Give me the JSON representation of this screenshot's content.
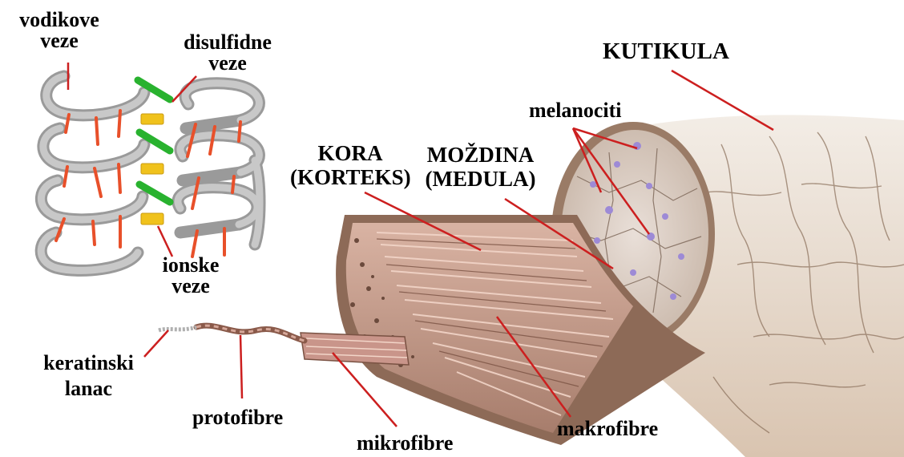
{
  "labels": {
    "vodikove": [
      "vodikove",
      "veze"
    ],
    "disulfidne": [
      "disulfidne",
      "veze"
    ],
    "ionske": [
      "ionske",
      "veze"
    ],
    "kutikula": "KUTIKULA",
    "melanociti": "melanociti",
    "kora": [
      "KORA",
      "(KORTEKS)"
    ],
    "mozdina": [
      "MOŽDINA",
      "(MEDULA)"
    ],
    "keratinski": [
      "keratinski",
      "lanac"
    ],
    "protofibre": "protofibre",
    "mikrofibre": "mikrofibre",
    "makrofibre": "makrofibre"
  },
  "colors": {
    "coil": "#b8b8b8",
    "hydrogen_bond": "#e8502a",
    "disulfide_bond": "#29b22f",
    "ionic_bond": "#f0c21c",
    "leader_line": "#cc1f1f",
    "cuticle": "#e9ded3",
    "cortex": "#c89a88",
    "medulla": "#ddd0c8",
    "melanocyte": "#9d8ad6"
  }
}
